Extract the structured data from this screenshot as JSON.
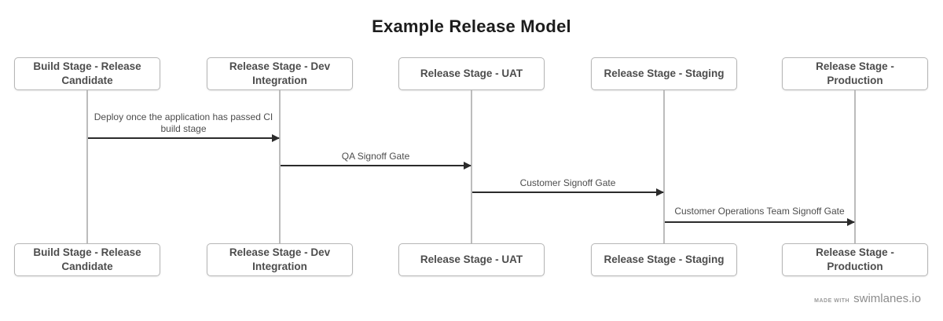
{
  "title": "Example Release Model",
  "lanes": [
    {
      "label": "Build Stage - Release Candidate"
    },
    {
      "label": "Release Stage - Dev Integration"
    },
    {
      "label": "Release Stage - UAT"
    },
    {
      "label": "Release Stage - Staging"
    },
    {
      "label": "Release Stage - Production"
    }
  ],
  "messages": [
    {
      "from": "Build Stage - Release Candidate",
      "to": "Release Stage - Dev Integration",
      "label": "Deploy once the application has passed CI build stage"
    },
    {
      "from": "Release Stage - Dev Integration",
      "to": "Release Stage - UAT",
      "label": "QA Signoff Gate"
    },
    {
      "from": "Release Stage - UAT",
      "to": "Release Stage - Staging",
      "label": "Customer Signoff Gate"
    },
    {
      "from": "Release Stage - Staging",
      "to": "Release Stage - Production",
      "label": "Customer Operations Team Signoff Gate"
    }
  ],
  "footer": {
    "made_with": "MADE WITH",
    "brand": "swimlanes.io"
  },
  "colors": {
    "background": "#ffffff",
    "title_text": "#1d1d1d",
    "box_border": "#b6b6b6",
    "box_text": "#4d4d4d",
    "lifeline": "#bcbcbc",
    "arrow": "#2b2b2b",
    "message_text": "#4d4d4d",
    "footer_text": "#8c8c8c"
  }
}
